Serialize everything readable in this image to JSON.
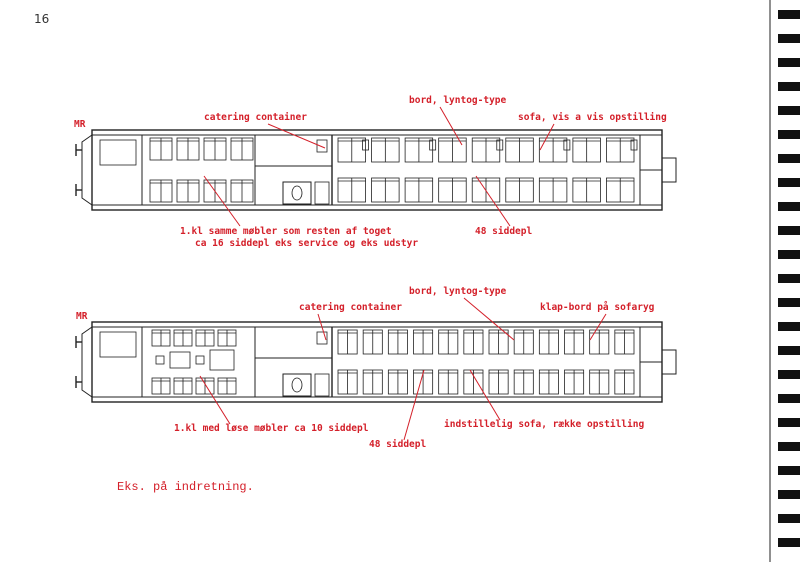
{
  "page_number": "16",
  "caption": "Eks. på indretning.",
  "car_top": {
    "end_label": "MR",
    "labels": {
      "catering": "catering container",
      "bord": "bord, lyntog-type",
      "sofa": "sofa, vis a vis opstilling",
      "first_class_line1": "1.kl samme møbler som resten af toget",
      "first_class_line2": "ca 16 siddepl  eks service og eks udstyr",
      "seats": "48 siddepl"
    }
  },
  "car_bottom": {
    "end_label": "MR",
    "labels": {
      "catering": "catering container",
      "bord": "bord, lyntog-type",
      "klap": "klap-bord på sofaryg",
      "first_class": "1.kl med løse møbler ca 10 siddepl",
      "seats": "48 siddepl",
      "indstillelig": "indstillelig sofa, række opstilling"
    }
  },
  "colors": {
    "annotation": "#d4202a",
    "linework": "#222222"
  }
}
